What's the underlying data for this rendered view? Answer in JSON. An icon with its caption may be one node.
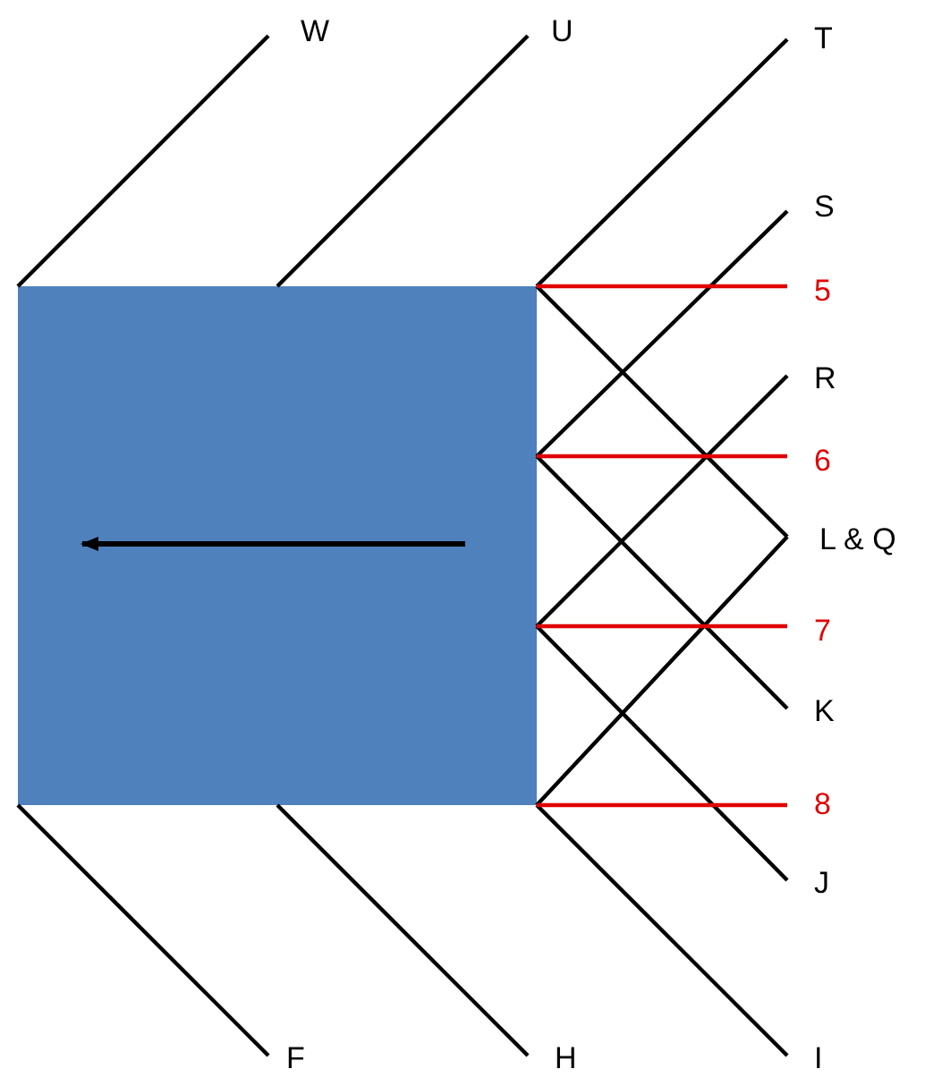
{
  "diagram": {
    "nodes": [
      {
        "text": [],
        "shape": "box"
      }
    ],
    "labels": [
      "W",
      "U",
      "T",
      "S",
      "5",
      "R",
      "6",
      "L & Q",
      "7",
      "K",
      "8",
      "J",
      "F",
      "H",
      "I"
    ]
  }
}
